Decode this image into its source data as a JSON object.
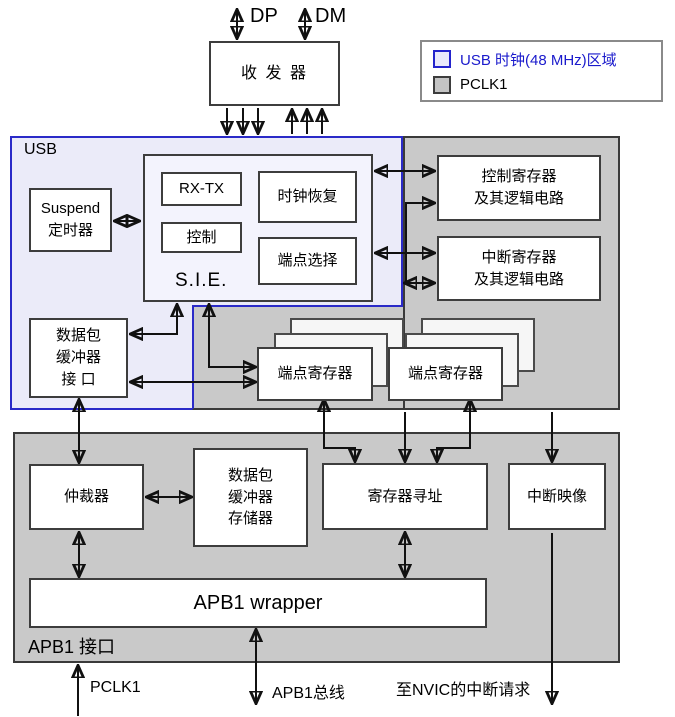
{
  "top": {
    "dp_label": "DP",
    "dm_label": "DM",
    "transceiver": "收 发 器"
  },
  "legend": {
    "usb_clock_label": "USB 时钟(48 MHz)区域",
    "pclk1_label": "PCLK1",
    "usb_domain_color": "#2323CC",
    "pclk1_domain_color": "#C9C9C9"
  },
  "usb_region": {
    "label": "USB",
    "fill_color": "#EBEBF9",
    "border_color": "#2A2AC8",
    "suspend_timer": {
      "line1": "Suspend",
      "line2": "定时器"
    },
    "sie": {
      "label": "S.I.E.",
      "rx_tx": "RX-TX",
      "clock_recovery": "时钟恢复",
      "control": "控制",
      "endpoint_select": "端点选择"
    },
    "packet_buffer_interface": {
      "line1": "数据包",
      "line2": "缓冲器",
      "line3": "接 口"
    }
  },
  "clock_domain": {
    "control_registers": {
      "line1": "控制寄存器",
      "line2": "及其逻辑电路"
    },
    "interrupt_registers": {
      "line1": "中断寄存器",
      "line2": "及其逻辑电路"
    },
    "endpoint_registers_left": "端点寄存器",
    "endpoint_registers_right": "端点寄存器"
  },
  "apb1_region": {
    "label": "APB1 接口",
    "arbiter": "仲裁器",
    "packet_buffer_memory": {
      "line1": "数据包",
      "line2": "缓冲器",
      "line3": "存储器"
    },
    "register_addressing": "寄存器寻址",
    "interrupt_mapping": "中断映像",
    "wrapper": "APB1 wrapper"
  },
  "bottom": {
    "pclk1_label": "PCLK1",
    "apb1_bus_label": "APB1总线",
    "nvic_label": "至NVIC的中断请求"
  }
}
